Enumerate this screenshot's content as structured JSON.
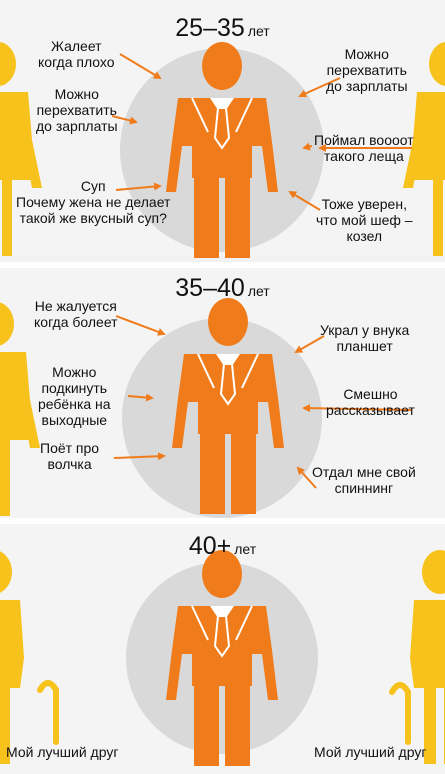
{
  "colors": {
    "man": "#f07b1a",
    "woman": "#f7c21b",
    "circle": "#d9d9d9",
    "arrow": "#f07b1a",
    "background": "#f4f4f4"
  },
  "sections": [
    {
      "age": "25–35",
      "unit": "лет",
      "left": [
        {
          "lines": [
            "Жалеет",
            "когда плохо"
          ]
        },
        {
          "lines": [
            "Можно",
            "перехватить",
            "до зарплаты"
          ]
        },
        {
          "lines": [
            "Суп",
            "Почему жена не делает",
            "такой же вкусный суп?"
          ]
        }
      ],
      "right": [
        {
          "lines": [
            "Можно",
            "перехватить",
            "до зарплаты"
          ]
        },
        {
          "lines": [
            "Поймал воооот",
            "такого леща"
          ]
        },
        {
          "lines": [
            "Тоже уверен,",
            "что мой шеф –",
            "козел"
          ]
        }
      ]
    },
    {
      "age": "35–40",
      "unit": "лет",
      "left": [
        {
          "lines": [
            "Не жалуется",
            "когда болеет"
          ]
        },
        {
          "lines": [
            "Можно",
            "подкинуть",
            "ребёнка на",
            "выходные"
          ]
        },
        {
          "lines": [
            "Поёт про",
            "волчка"
          ]
        }
      ],
      "right": [
        {
          "lines": [
            "Украл у внука",
            "планшет"
          ]
        },
        {
          "lines": [
            "Смешно",
            "рассказывает"
          ]
        },
        {
          "lines": [
            "Отдал мне свой",
            "спиннинг"
          ]
        }
      ]
    },
    {
      "age": "40+",
      "unit": "лет",
      "left": [
        {
          "lines": [
            "Мой лучший друг"
          ]
        }
      ],
      "right": [
        {
          "lines": [
            "Мой лучший друг"
          ]
        }
      ]
    }
  ]
}
